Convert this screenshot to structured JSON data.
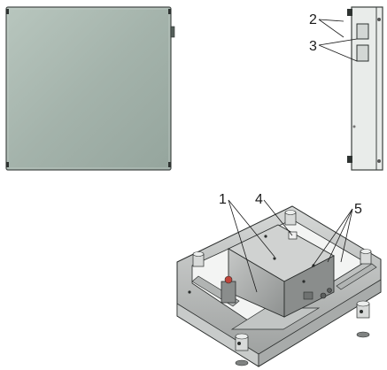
{
  "figure": {
    "views": [
      {
        "id": "front-view",
        "label": ""
      },
      {
        "id": "side-view",
        "label": ""
      },
      {
        "id": "isometric-view",
        "label": ""
      }
    ],
    "callouts": {
      "side_top": "2",
      "side_bottom": "3",
      "iso_left": "1",
      "iso_mid": "4",
      "iso_right": "5"
    },
    "colors": {
      "panel_face": "#a9b8b0",
      "panel_edge": "#4a4f4d",
      "frame": "#b9bcbb",
      "box": "#9ea19f",
      "line": "#202020"
    }
  }
}
